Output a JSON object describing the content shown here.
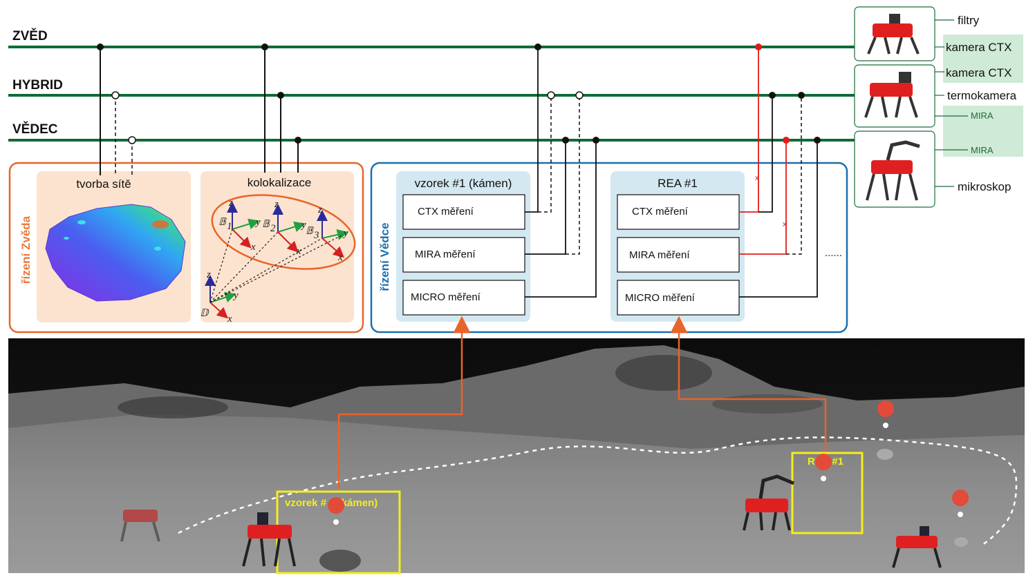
{
  "buses": {
    "zved": "ZVĚD",
    "hybrid": "HYBRID",
    "vedec": "VĚDEC"
  },
  "left_panel": {
    "vertical_title": "řízení Zvěda",
    "mesh_title": "tvorba sítě",
    "coloc_title": "kolokalizace",
    "frames": {
      "b1": "𝔹",
      "b1_sub": "1",
      "b2": "𝔹",
      "b2_sub": "2",
      "b3": "𝔹",
      "b3_sub": "3",
      "d": "𝔻",
      "x": "x",
      "y": "y",
      "z": "z"
    }
  },
  "right_panel": {
    "vertical_title": "řízení Vědce",
    "sample_title": "vzorek #1 (kámen)",
    "rea_title": "REA #1",
    "ctx": "CTX  měření",
    "mira": "MIRA  měření",
    "micro": "MICRO  měření",
    "ellipsis": "......"
  },
  "robots": {
    "filtry": "filtry",
    "kamera_ctx_1": "kamera CTX",
    "kamera_ctx_2": "kamera CTX",
    "termokamera": "termokamera",
    "mira_1": "MIRA",
    "mira_2": "MIRA",
    "mikroskop": "mikroskop"
  },
  "scene": {
    "sample_label": "vzorek # 1 (kámen)",
    "rea_label": "REA #1"
  },
  "colors": {
    "bus_green": "#0f6b36",
    "orange": "#e8642a",
    "blue": "#1a6fb0",
    "yellow": "#f4ee1c",
    "red": "#e21b1b",
    "light_green": "#cfead6"
  }
}
